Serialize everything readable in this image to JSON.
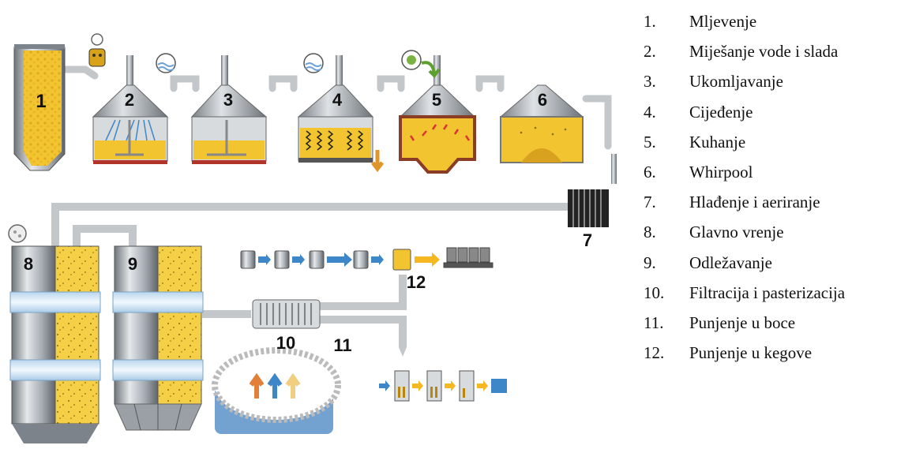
{
  "stages": [
    {
      "num": "1"
    },
    {
      "num": "2"
    },
    {
      "num": "3"
    },
    {
      "num": "4"
    },
    {
      "num": "5"
    },
    {
      "num": "6"
    },
    {
      "num": "7"
    },
    {
      "num": "8"
    },
    {
      "num": "9"
    },
    {
      "num": "10"
    },
    {
      "num": "11"
    },
    {
      "num": "12"
    }
  ],
  "legend": [
    {
      "num": "1.",
      "label": "Mljevenje"
    },
    {
      "num": "2.",
      "label": "Miješanje vode i slada"
    },
    {
      "num": "3.",
      "label": "Ukomljavanje"
    },
    {
      "num": "4.",
      "label": "Cijeđenje"
    },
    {
      "num": "5.",
      "label": "Kuhanje"
    },
    {
      "num": "6.",
      "label": "Whirpool"
    },
    {
      "num": "7.",
      "label": "Hlađenje i aeriranje"
    },
    {
      "num": "8.",
      "label": "Glavno vrenje"
    },
    {
      "num": "9.",
      "label": "Odležavanje"
    },
    {
      "num": "10.",
      "label": "Filtracija i pasterizacija"
    },
    {
      "num": "11.",
      "label": "Punjenje u boce"
    },
    {
      "num": "12.",
      "label": "Punjenje u kegove"
    }
  ],
  "colors": {
    "steel": "#9aa0a6",
    "steel_dark": "#6f757b",
    "wort": "#f2c530",
    "wort_light": "#f7dc70",
    "pipe": "#c4c7ca",
    "arrow_blue": "#3d87c8",
    "arrow_orange": "#f5b821",
    "band": "#d2e6f4",
    "base_red": "#b3342a",
    "water": "#6fa3d6"
  },
  "icons": [
    "malt-bag-icon",
    "water-drop-icon",
    "hop-icon",
    "yeast-icon",
    "keg-icon",
    "bottle-icon",
    "pallet-icon",
    "crate-icon"
  ]
}
